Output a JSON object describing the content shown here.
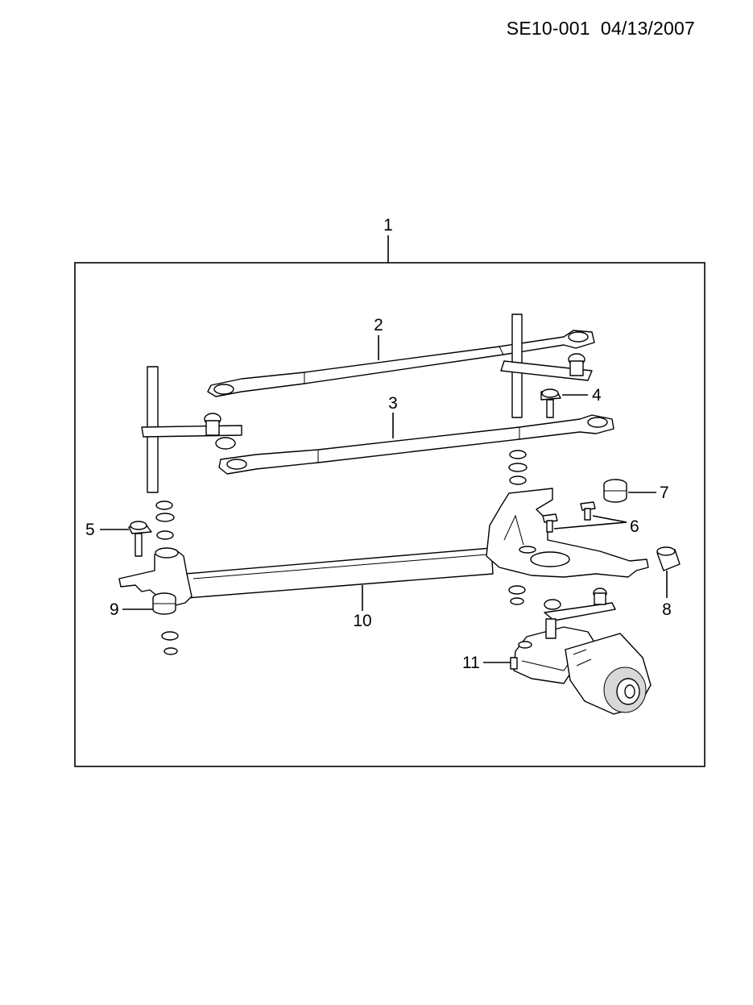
{
  "header": {
    "code": "SE10-001",
    "date": "04/13/2007"
  },
  "callouts": {
    "c1": "1",
    "c2": "2",
    "c3": "3",
    "c4": "4",
    "c5": "5",
    "c6": "6",
    "c7": "7",
    "c8": "8",
    "c9": "9",
    "c10": "10",
    "c11": "11"
  }
}
